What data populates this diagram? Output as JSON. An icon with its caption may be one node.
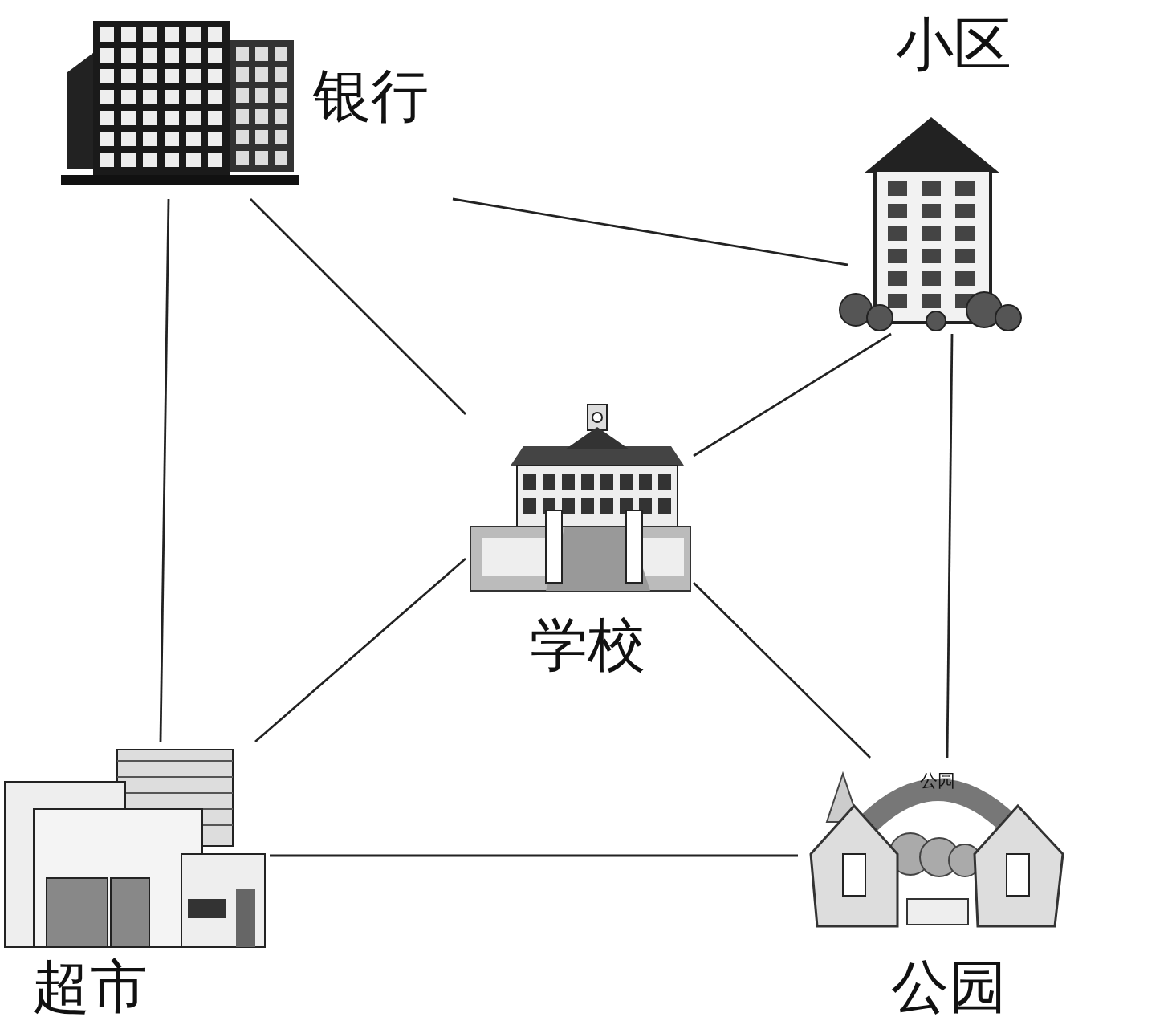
{
  "diagram": {
    "nodes": [
      {
        "text": [
          "银行"
        ]
      },
      {
        "text": [
          "小区"
        ]
      },
      {
        "text": [
          "学校"
        ]
      },
      {
        "text": [
          "超市"
        ]
      },
      {
        "text": [
          "公园"
        ]
      }
    ],
    "edges": [
      {
        "from": 0,
        "to": 1,
        "arrow": "none"
      },
      {
        "from": 0,
        "to": 2,
        "arrow": "none"
      },
      {
        "from": 0,
        "to": 3,
        "arrow": "none"
      },
      {
        "from": 1,
        "to": 2,
        "arrow": "none"
      },
      {
        "from": 1,
        "to": 4,
        "arrow": "none"
      },
      {
        "from": 2,
        "to": 3,
        "arrow": "none"
      },
      {
        "from": 2,
        "to": 4,
        "arrow": "none"
      },
      {
        "from": 3,
        "to": 4,
        "arrow": "none"
      }
    ],
    "labels": [
      "公园"
    ]
  }
}
